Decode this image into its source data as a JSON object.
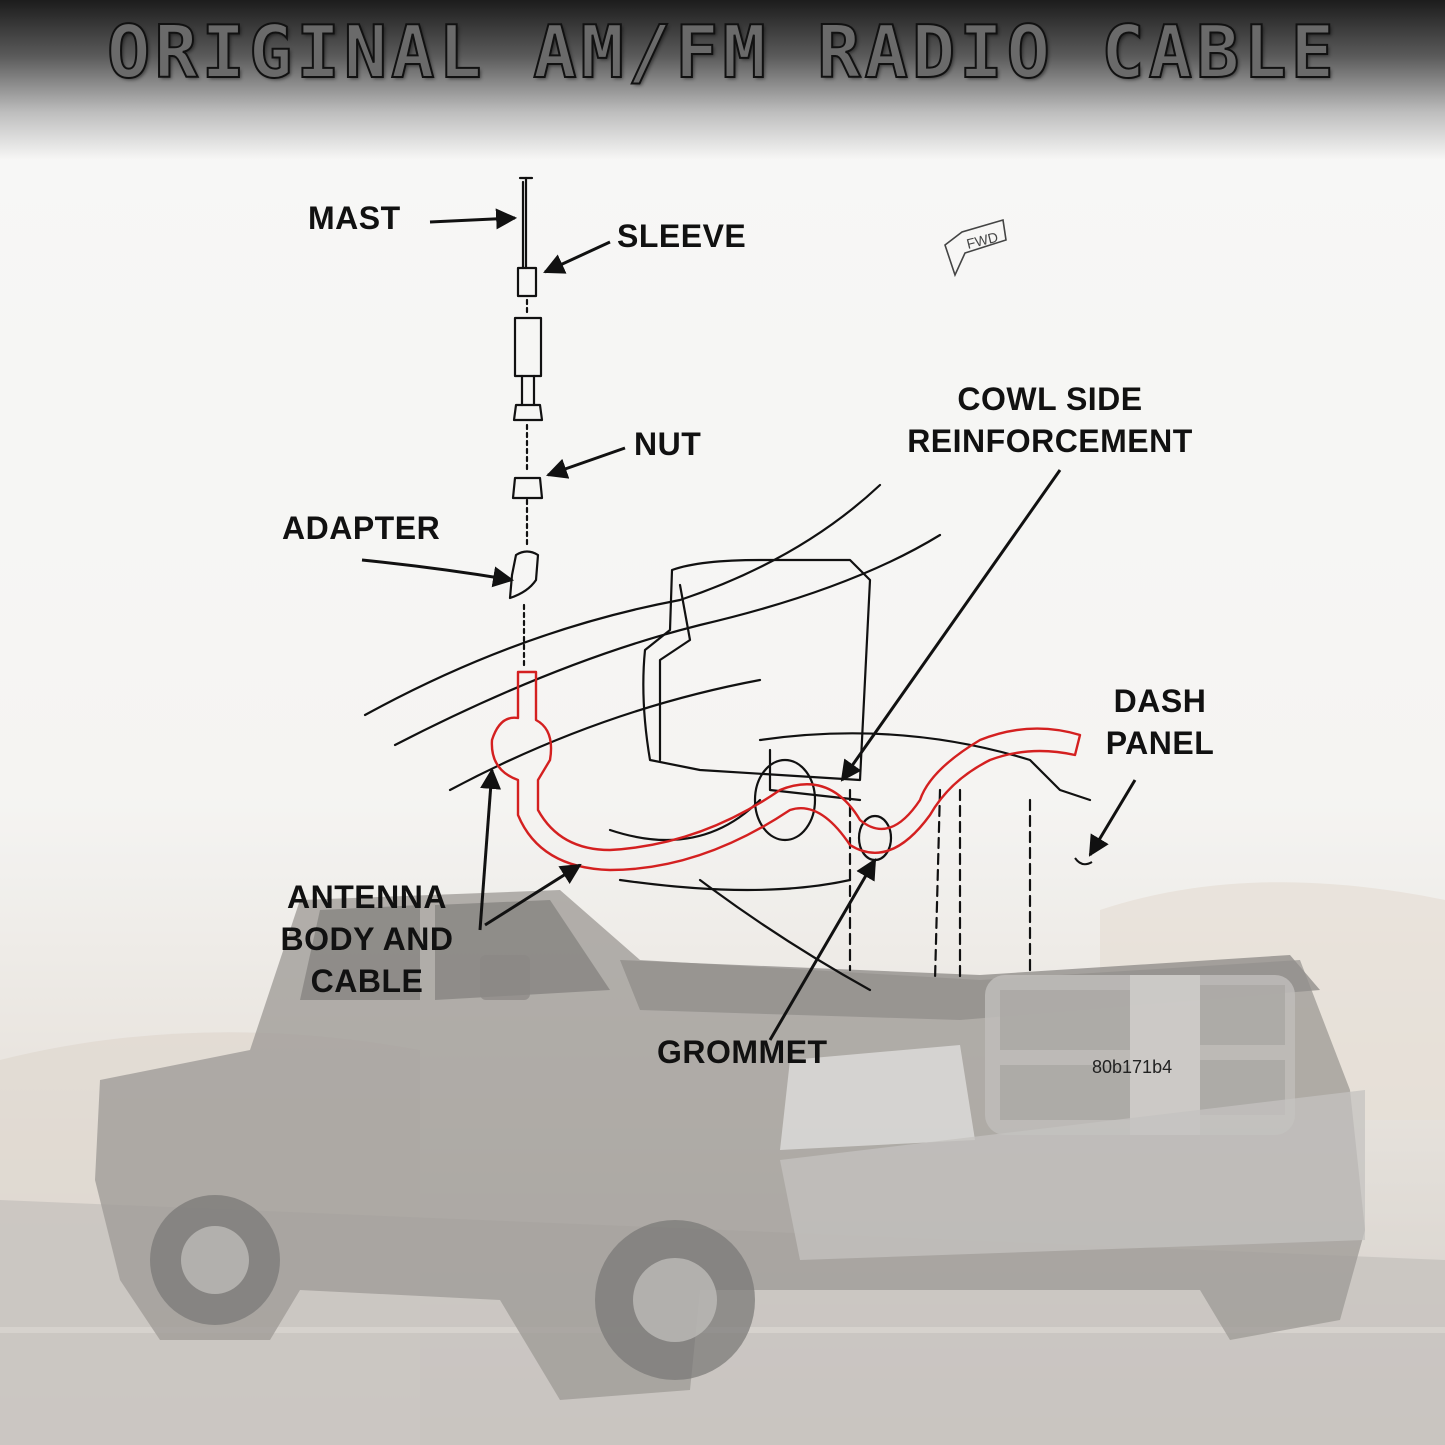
{
  "title": "ORIGINAL AM/FM RADIO CABLE",
  "labels": {
    "mast": "MAST",
    "sleeve": "SLEEVE",
    "nut": "NUT",
    "adapter": "ADAPTER",
    "cowl_line1": "COWL SIDE",
    "cowl_line2": "REINFORCEMENT",
    "dash_line1": "DASH",
    "dash_line2": "PANEL",
    "antenna_line1": "ANTENNA",
    "antenna_line2": "BODY AND",
    "antenna_line3": "CABLE",
    "grommet": "GROMMET"
  },
  "part_number": "80b171b4",
  "icon_labels": {
    "fwd": "FWD"
  },
  "colors": {
    "cable_highlight": "#d42020",
    "line_art": "#111111",
    "truck_body": "#5b5650"
  }
}
